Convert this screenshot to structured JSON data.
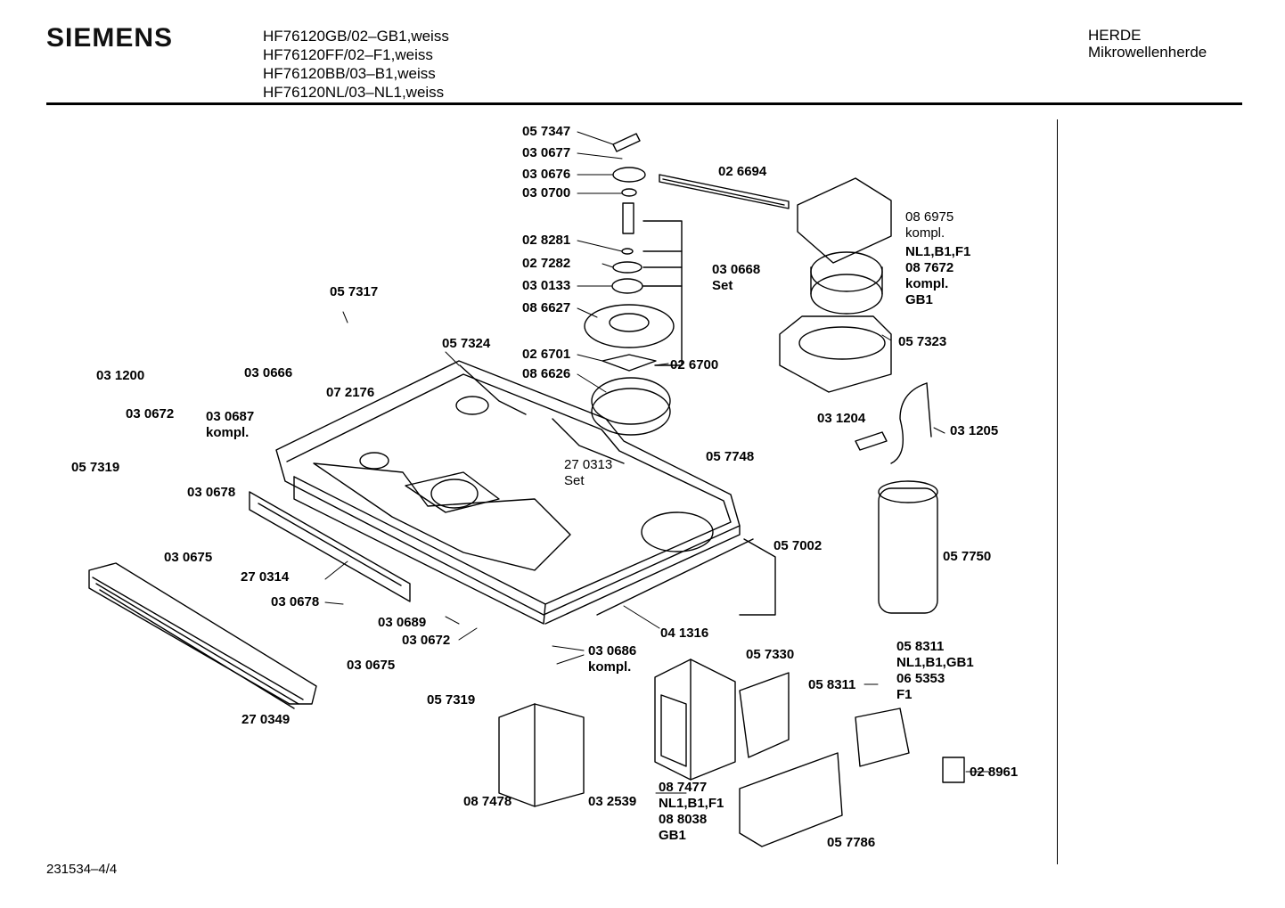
{
  "header": {
    "brand": "SIEMENS",
    "models": [
      "HF76120GB/02–GB1,weiss",
      "HF76120FF/02–F1,weiss",
      "HF76120BB/03–B1,weiss",
      "HF76120NL/03–NL1,weiss"
    ],
    "category": "HERDE",
    "subcategory": "Mikrowellenherde"
  },
  "footer": {
    "document_number": "231534–4/4"
  },
  "labels": {
    "p057347": "05 7347",
    "p030677": "03 0677",
    "p030676": "03 0676",
    "p030700": "03 0700",
    "p026694": "02 6694",
    "p028281": "02 8281",
    "p027282": "02 7282",
    "p030133": "03 0133",
    "p086627": "08 6627",
    "p030668": [
      "03 0668",
      "Set"
    ],
    "p086975": [
      "08 6975",
      "kompl."
    ],
    "p087672": [
      "NL1,B1,F1",
      "08 7672",
      "kompl.",
      "GB1"
    ],
    "p057317": "05 7317",
    "p057324": "05 7324",
    "p026701": "02 6701",
    "p026700": "02 6700",
    "p086626": "08 6626",
    "p057323": "05 7323",
    "p031200": "03 1200",
    "p030666": "03 0666",
    "p072176": "07 2176",
    "p030672a": "03 0672",
    "p030687": [
      "03 0687",
      "kompl."
    ],
    "p031204": "03 1204",
    "p031205": "03 1205",
    "p057319a": "05 7319",
    "p057748": "05 7748",
    "p270313": [
      "27 0313",
      "Set"
    ],
    "p030678a": "03 0678",
    "p030675a": "03 0675",
    "p057002": "05 7002",
    "p057750": "05 7750",
    "p270314": "27 0314",
    "p030678b": "03 0678",
    "p041316": "04 1316",
    "p030689": "03 0689",
    "p030672b": "03 0672",
    "p030686": [
      "03 0686",
      "kompl."
    ],
    "p057330": "05 7330",
    "p058311a": [
      "05 8311",
      "NL1,B1,GB1",
      "06 5353",
      "F1"
    ],
    "p058311b": "05 8311",
    "p030675b": "03 0675",
    "p057319b": "05 7319",
    "p270349": "27 0349",
    "p087478": "08 7478",
    "p032539": "03 2539",
    "p087477": [
      "08 7477",
      "NL1,B1,F1",
      "08 8038",
      "GB1"
    ],
    "p057786": "05 7786",
    "p028961": "02 8961"
  }
}
